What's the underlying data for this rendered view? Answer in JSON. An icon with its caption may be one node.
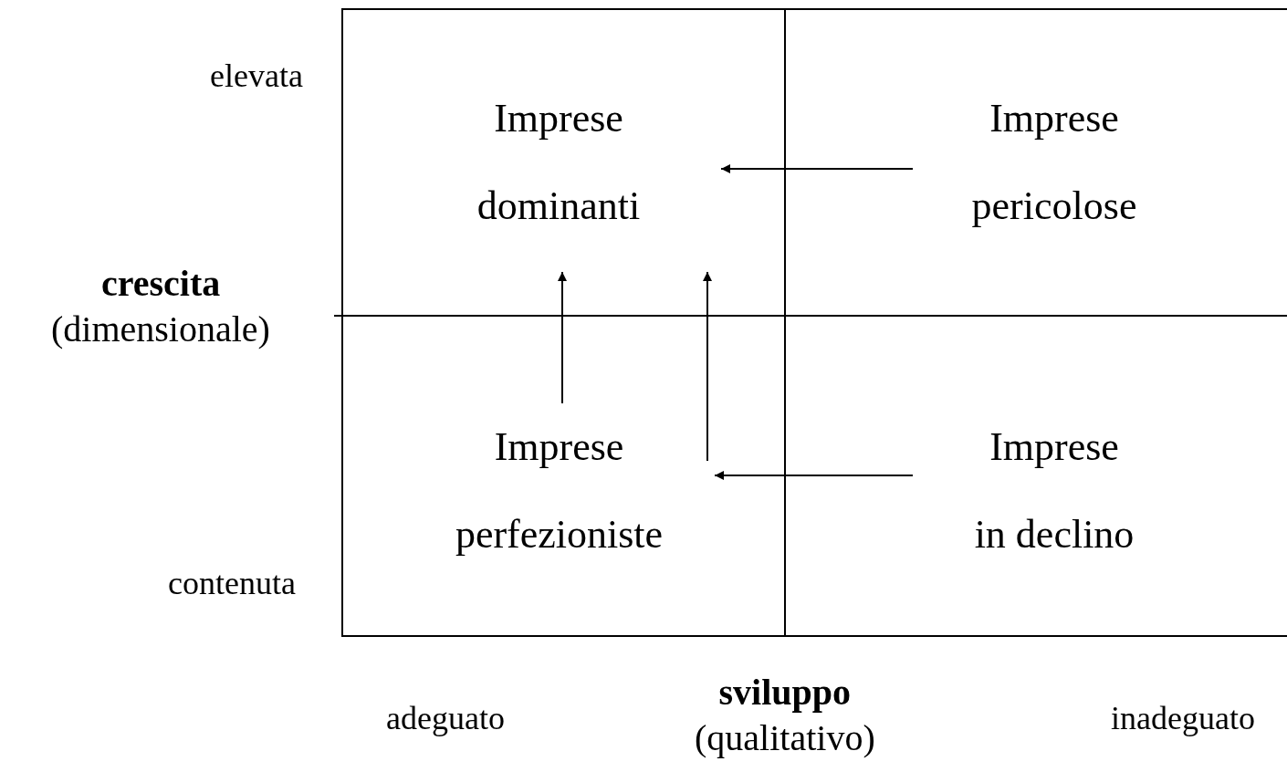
{
  "diagram": {
    "nodes": [
      {
        "text": [
          "Imprese dominanti"
        ]
      },
      {
        "text": [
          "Imprese pericolose"
        ]
      },
      {
        "text": [
          "Imprese perfezioniste"
        ]
      },
      {
        "text": [
          "Imprese in declino"
        ]
      }
    ],
    "edges": [
      {
        "from": 1,
        "to": 0,
        "arrow": "to"
      },
      {
        "from": 2,
        "to": 0,
        "arrow": "to"
      },
      {
        "from": 2,
        "to": 0,
        "arrow": "to"
      },
      {
        "from": 3,
        "to": 2,
        "arrow": "to"
      }
    ],
    "labels": [
      "elevata",
      "crescita",
      "(dimensionale)",
      "contenuta",
      "adeguato",
      "sviluppo",
      "(qualitativo)",
      "inadeguato"
    ]
  }
}
